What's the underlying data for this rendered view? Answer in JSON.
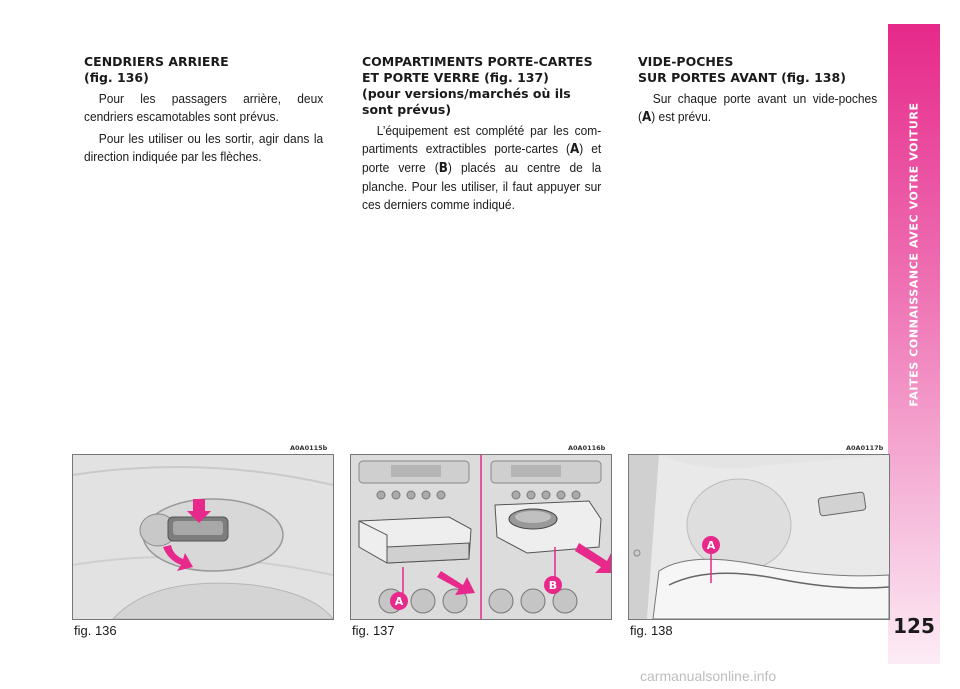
{
  "sidebar": {
    "title": "FAITES CONNAISSANCE AVEC VOTRE VOITURE",
    "page_number": "125",
    "color": "#e6298a"
  },
  "sections": [
    {
      "heading_lines": [
        "CENDRIERS ARRIERE"
      ],
      "heading_ref_open": "(",
      "heading_ref": "fig. 136",
      "heading_ref_close": ")",
      "paragraphs": [
        "Pour les passagers arrière, deux cendriers escamotables sont prévus.",
        "Pour les utiliser ou les sortir, agir dans la direction indiquée par les flèches."
      ]
    },
    {
      "heading_lines": [
        "COMPARTIMENTS PORTE-CARTES",
        "ET PORTE VERRE"
      ],
      "heading_ref": "(fig. 137)",
      "heading_note": "(pour versions/marchés où ils sont prévus)",
      "paragraph": {
        "before_a": "L’équipement est complété par les com-partiments extractibles porte-cartes (",
        "a": "A",
        "between": ") et porte verre (",
        "b": "B",
        "after_b": ") placés au centre de la planche. Pour les utiliser, il faut appuyer sur ces derniers comme indiqué."
      }
    },
    {
      "heading_lines": [
        "VIDE-POCHES",
        "SUR PORTES AVANT"
      ],
      "heading_ref": "(fig. 138)",
      "paragraph": {
        "before_a": "Sur chaque porte avant un vide-poches (",
        "a": "A",
        "after_a": ") est prévu."
      }
    }
  ],
  "figures": [
    {
      "code": "A0A0115b",
      "caption": "fig. 136"
    },
    {
      "code": "A0A0116b",
      "caption": "fig. 137",
      "labels": [
        "A",
        "B"
      ]
    },
    {
      "code": "A0A0117b",
      "caption": "fig. 138",
      "labels": [
        "A"
      ]
    }
  ],
  "watermark": "carmanualsonline.info"
}
